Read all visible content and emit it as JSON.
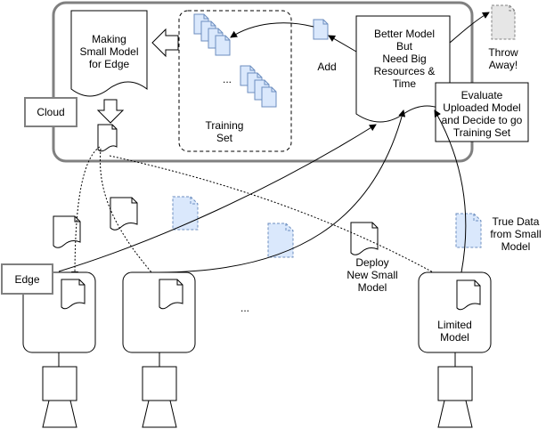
{
  "labels": {
    "making_small_model": "Making\nSmall Model\nfor Edge",
    "training_set_dots": "...",
    "training_set": "Training\nSet",
    "add": "Add",
    "better_model": "Better Model\nBut\nNeed Big\nResources &\nTime",
    "throw_away": "Throw\nAway!",
    "evaluate": "Evaluate\nUploaded Model\nand Decide to go\nTraining Set",
    "cloud": "Cloud",
    "edge": "Edge",
    "deploy": "Deploy\nNew Small\nModel",
    "true_data": "True Data\nfrom Small\nModel",
    "devices_dots": "...",
    "limited_model": "Limited\nModel"
  },
  "colors": {
    "data_doc_fill": "#dae8fc",
    "data_doc_stroke": "#6c8ebf",
    "cloud_border": "#808080",
    "discard_fill": "#e6e6e6"
  }
}
